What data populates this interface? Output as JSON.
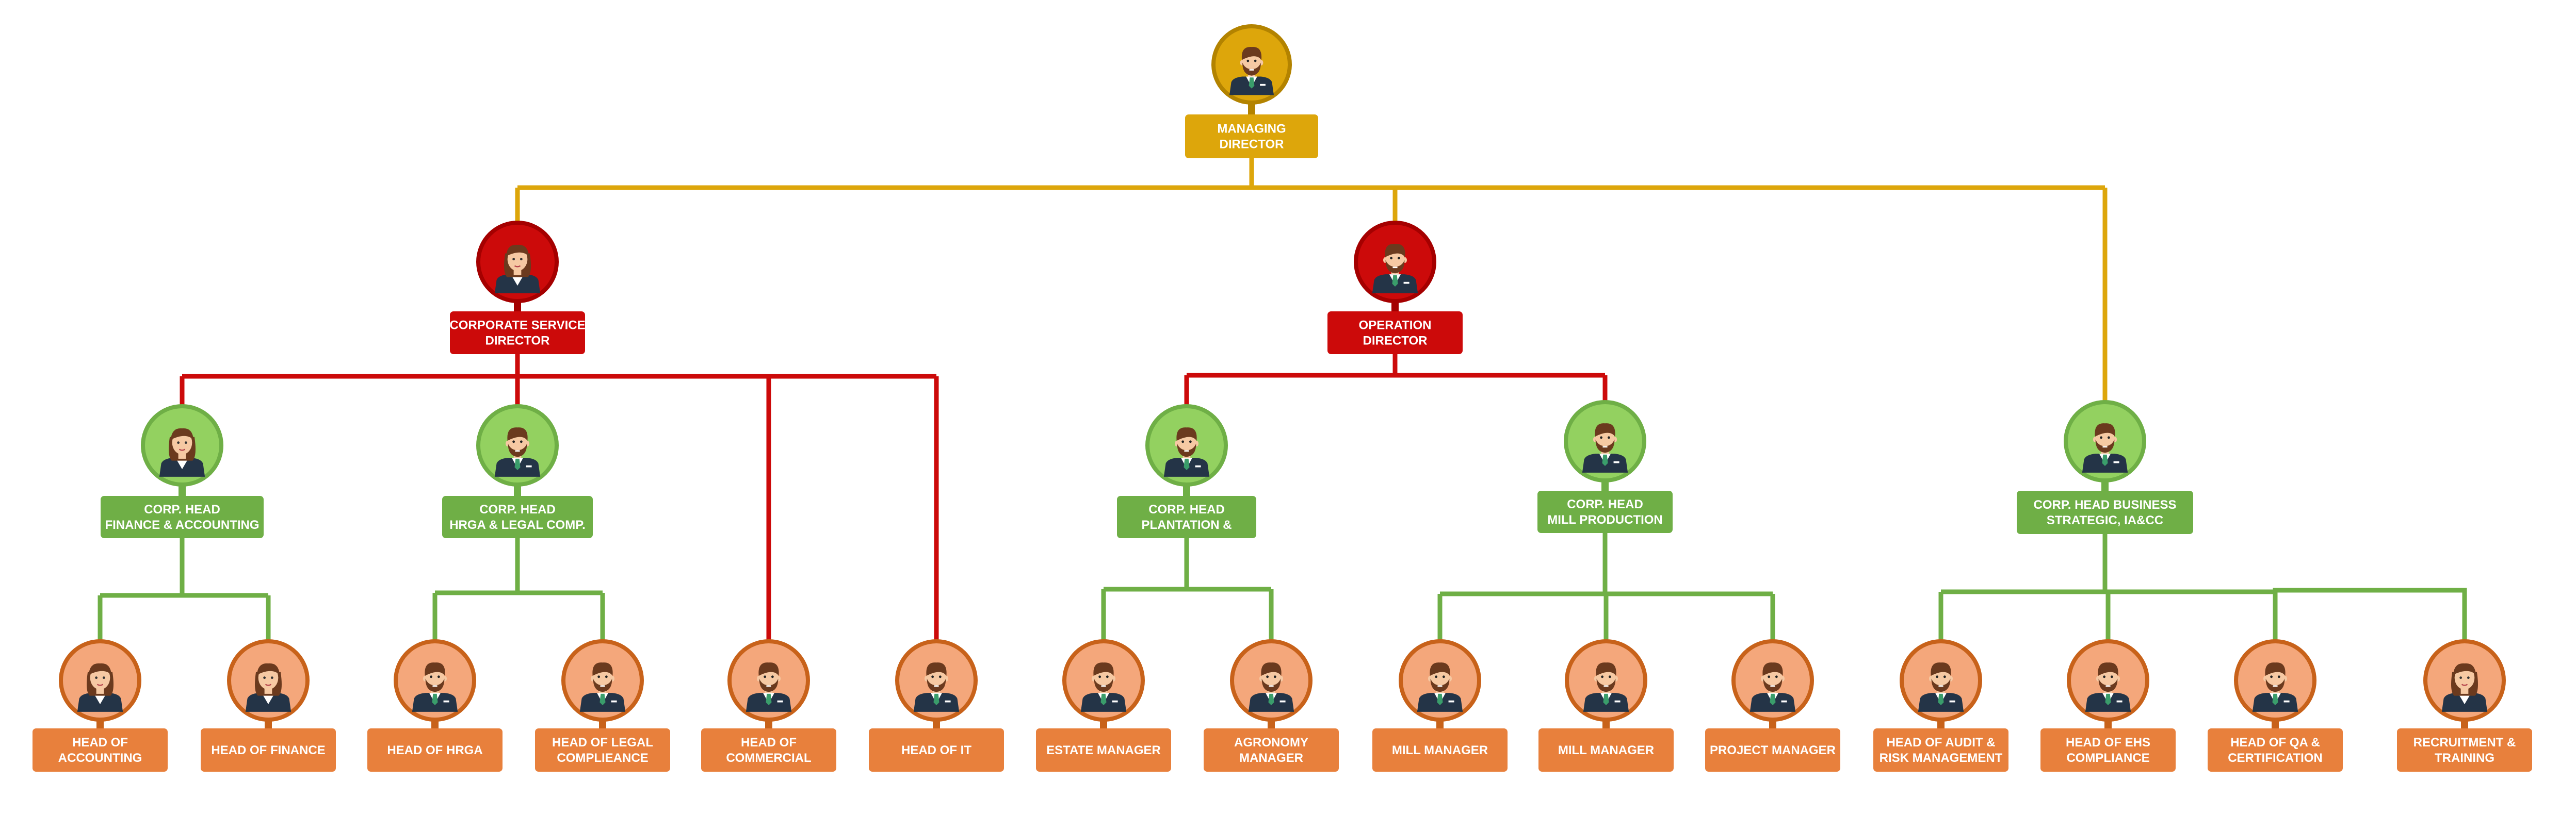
{
  "colors": {
    "gold": "#DDA60B",
    "gold_dark": "#B38300",
    "red": "#CC0A0A",
    "red_dark": "#A50000",
    "green": "#6FAF46",
    "green_light": "#93D160",
    "orange_box": "#E8803C",
    "orange_circle": "#F4A77B",
    "orange_border": "#C8621A",
    "skin": "#F6C9A3",
    "hair": "#6B3A1E",
    "suit": "#243447",
    "tie": "#3A9D6B"
  },
  "root": {
    "label": "MANAGING\nDIRECTOR",
    "avatar": "man-bearded-icon"
  },
  "directors": [
    {
      "label": "CORPORATE SERVICE\nDIRECTOR",
      "avatar": "woman-icon"
    },
    {
      "label": "OPERATION\nDIRECTOR",
      "avatar": "man-bearded-icon"
    }
  ],
  "heads": [
    {
      "label": "CORP.  HEAD\nFINANCE & ACCOUNTING",
      "avatar": "woman-icon"
    },
    {
      "label": "CORP.  HEAD\nHRGA & LEGAL COMP.",
      "avatar": "man-bearded-icon"
    },
    {
      "label": "CORP.  HEAD\nPLANTATION &",
      "avatar": "man-bearded-icon"
    },
    {
      "label": "CORP.  HEAD\nMILL PRODUCTION",
      "avatar": "man-bearded-icon"
    },
    {
      "label": "CORP. HEAD BUSINESS\nSTRATEGIC, IA&CC",
      "avatar": "man-bearded-icon"
    }
  ],
  "staff": [
    {
      "label": "HEAD OF\nACCOUNTING",
      "avatar": "woman-icon"
    },
    {
      "label": "HEAD OF FINANCE",
      "avatar": "woman-icon"
    },
    {
      "label": "HEAD OF HRGA",
      "avatar": "man-bearded-icon"
    },
    {
      "label": "HEAD OF LEGAL\nCOMPLIEANCE",
      "avatar": "man-bearded-icon"
    },
    {
      "label": "HEAD OF\nCOMMERCIAL",
      "avatar": "man-bearded-icon"
    },
    {
      "label": "HEAD OF IT",
      "avatar": "man-bearded-icon"
    },
    {
      "label": "ESTATE MANAGER",
      "avatar": "man-bearded-icon"
    },
    {
      "label": "AGRONOMY\nMANAGER",
      "avatar": "man-bearded-icon"
    },
    {
      "label": "MILL MANAGER",
      "avatar": "man-bearded-icon"
    },
    {
      "label": "MILL MANAGER",
      "avatar": "man-bearded-icon"
    },
    {
      "label": "PROJECT MANAGER",
      "avatar": "man-bearded-icon"
    },
    {
      "label": "HEAD OF AUDIT &\nRISK MANAGEMENT",
      "avatar": "man-bearded-icon"
    },
    {
      "label": "HEAD OF EHS\nCOMPLIANCE",
      "avatar": "man-bearded-icon"
    },
    {
      "label": "HEAD OF QA &\nCERTIFICATION",
      "avatar": "man-bearded-icon"
    },
    {
      "label": "RECRUITMENT &\nTRAINING",
      "avatar": "woman-icon"
    }
  ]
}
